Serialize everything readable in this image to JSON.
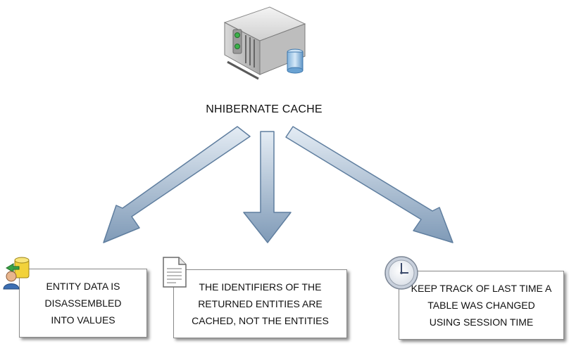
{
  "diagram": {
    "title": "NHIBERNATE CACHE",
    "boxes": [
      {
        "text": "ENTITY DATA IS\nDISASSEMBLED\nINTO VALUES",
        "icon": "user-database-icon"
      },
      {
        "text": "THE IDENTIFIERS OF THE\nRETURNED ENTITIES ARE\nCACHED, NOT THE ENTITIES",
        "icon": "document-icon"
      },
      {
        "text": "KEEP TRACK OF LAST TIME A\nTABLE WAS CHANGED\nUSING SESSION TIME",
        "icon": "clock-icon"
      }
    ],
    "top_icon": "server-icon",
    "arrow_color": "#7f9ab7"
  }
}
